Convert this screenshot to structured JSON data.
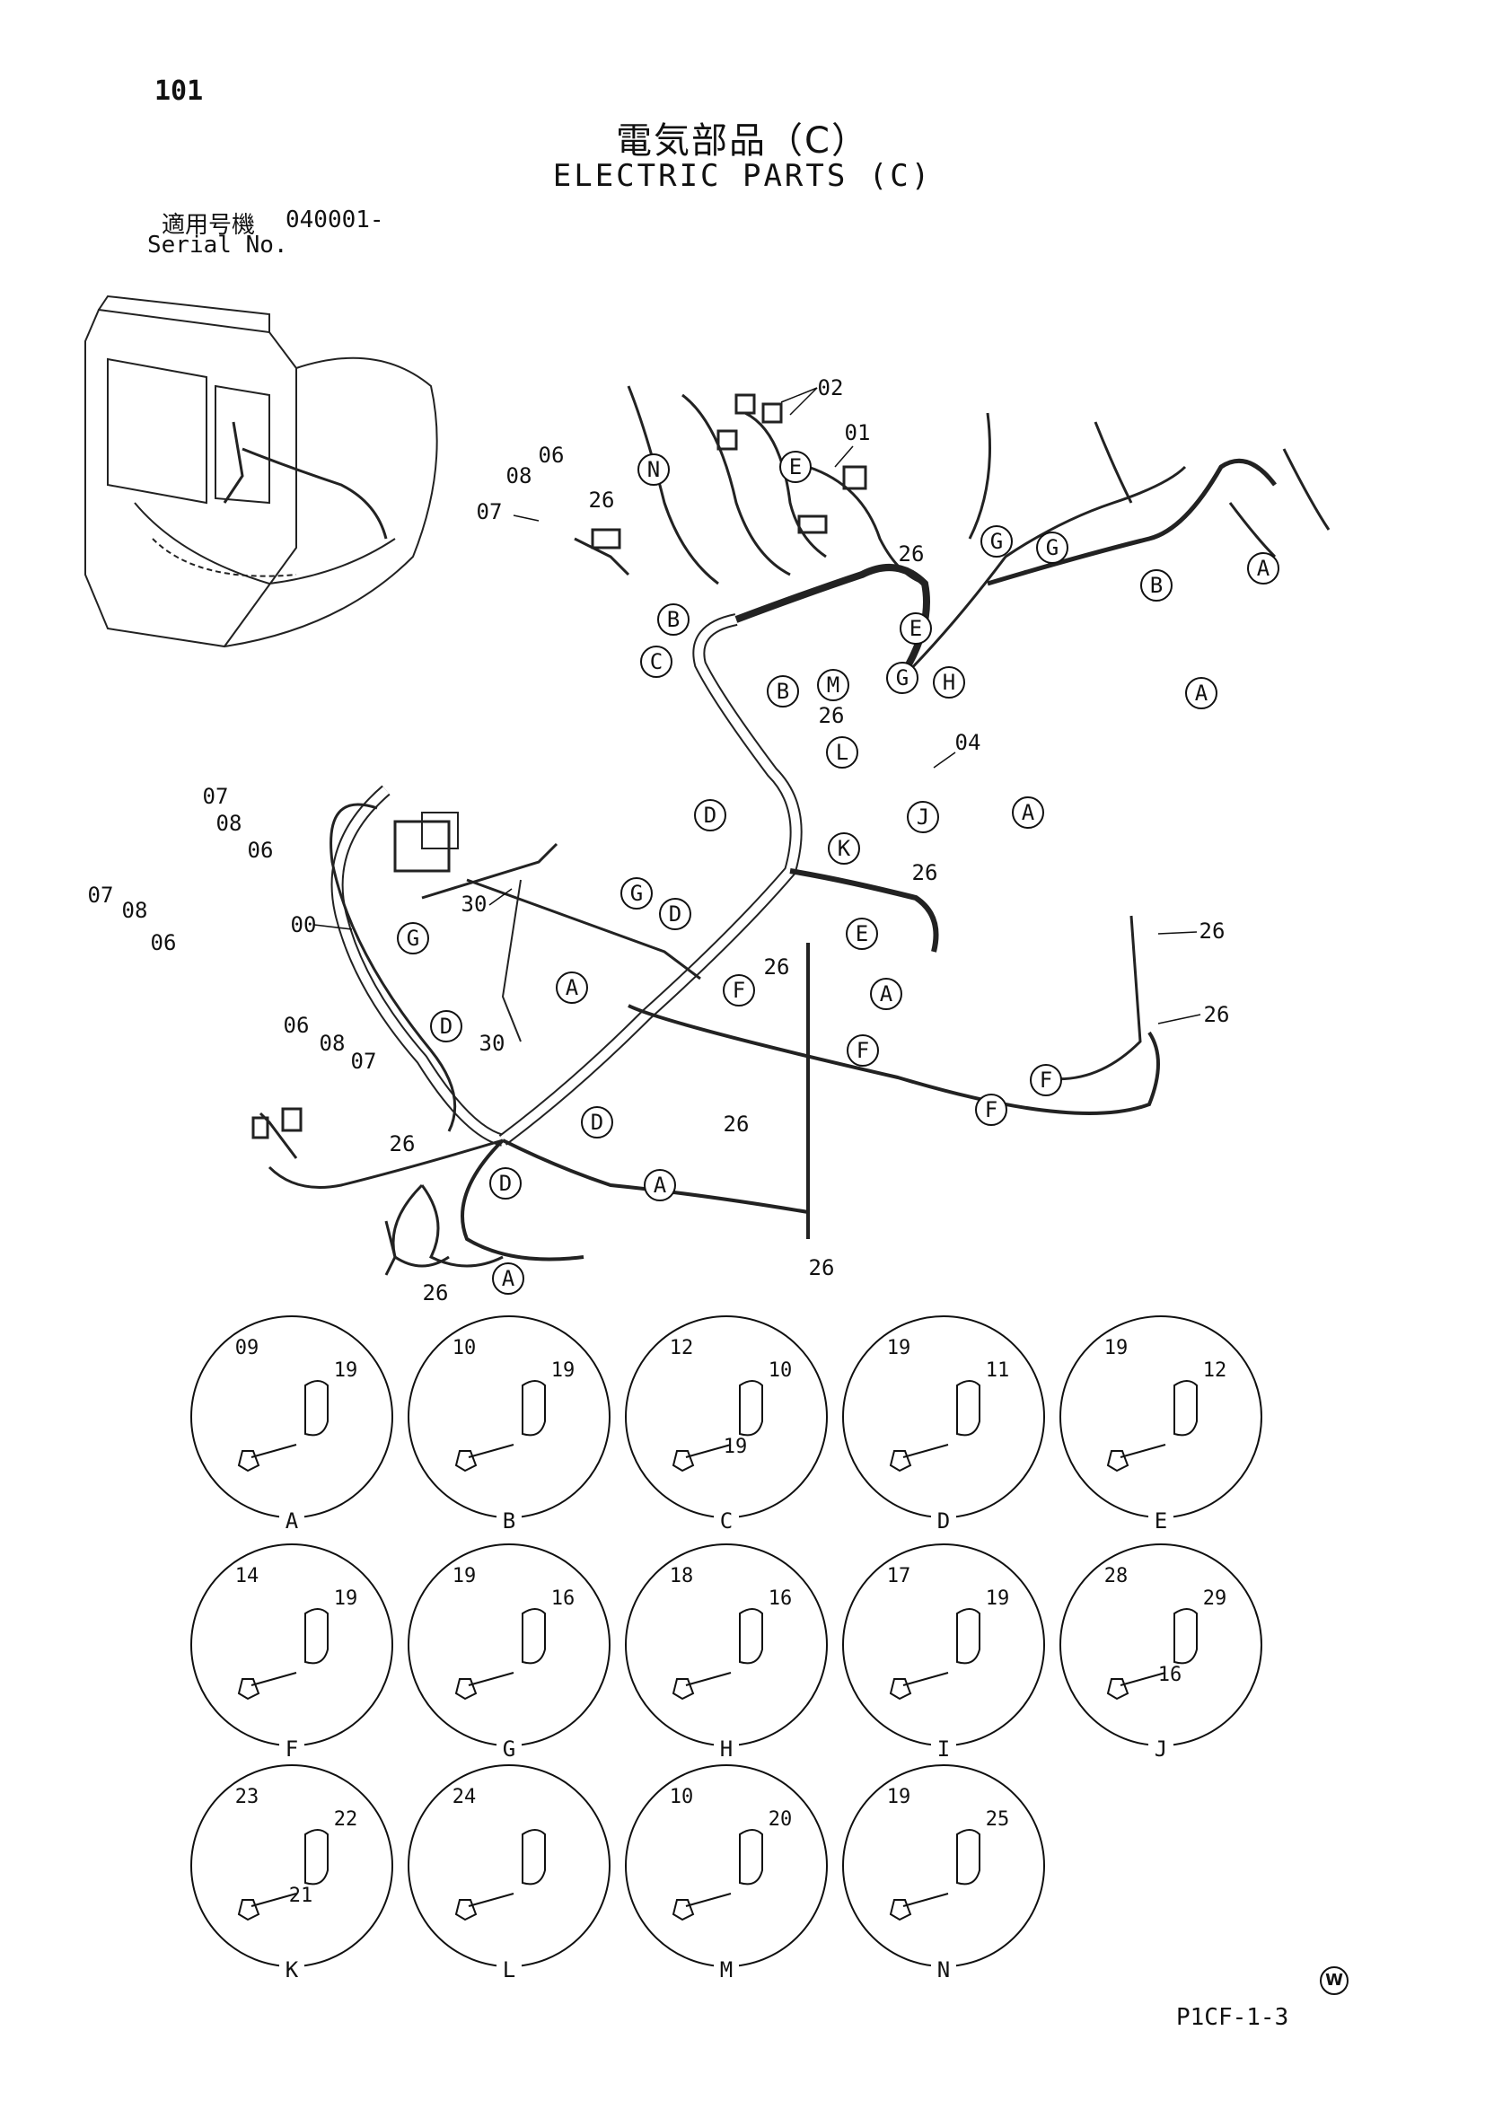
{
  "page_number": "101",
  "title_ja": "電気部品（C）",
  "title_en": "ELECTRIC PARTS (C)",
  "serial": {
    "label_ja": "適用号機",
    "number": "040001-",
    "label_en": "Serial No."
  },
  "doc_code": "P1CF-1-3",
  "watermark_symbol": "W",
  "callouts": {
    "c00": "00",
    "c01": "01",
    "c02": "02",
    "c04": "04",
    "c06": "06",
    "c07": "07",
    "c08": "08",
    "c26": "26",
    "c30": "30"
  },
  "details": [
    {
      "letter": "A",
      "parts": [
        "09",
        "19"
      ]
    },
    {
      "letter": "B",
      "parts": [
        "10",
        "19"
      ]
    },
    {
      "letter": "C",
      "parts": [
        "12",
        "10",
        "19"
      ]
    },
    {
      "letter": "D",
      "parts": [
        "19",
        "11"
      ]
    },
    {
      "letter": "E",
      "parts": [
        "19",
        "12"
      ]
    },
    {
      "letter": "F",
      "parts": [
        "14",
        "19"
      ]
    },
    {
      "letter": "G",
      "parts": [
        "19",
        "16"
      ]
    },
    {
      "letter": "H",
      "parts": [
        "18",
        "16"
      ]
    },
    {
      "letter": "I",
      "parts": [
        "17",
        "19"
      ]
    },
    {
      "letter": "J",
      "parts": [
        "28",
        "29",
        "16"
      ]
    },
    {
      "letter": "K",
      "parts": [
        "23",
        "22",
        "21"
      ]
    },
    {
      "letter": "L",
      "parts": [
        "24"
      ]
    },
    {
      "letter": "M",
      "parts": [
        "10",
        "20"
      ]
    },
    {
      "letter": "N",
      "parts": [
        "19",
        "25"
      ]
    }
  ]
}
